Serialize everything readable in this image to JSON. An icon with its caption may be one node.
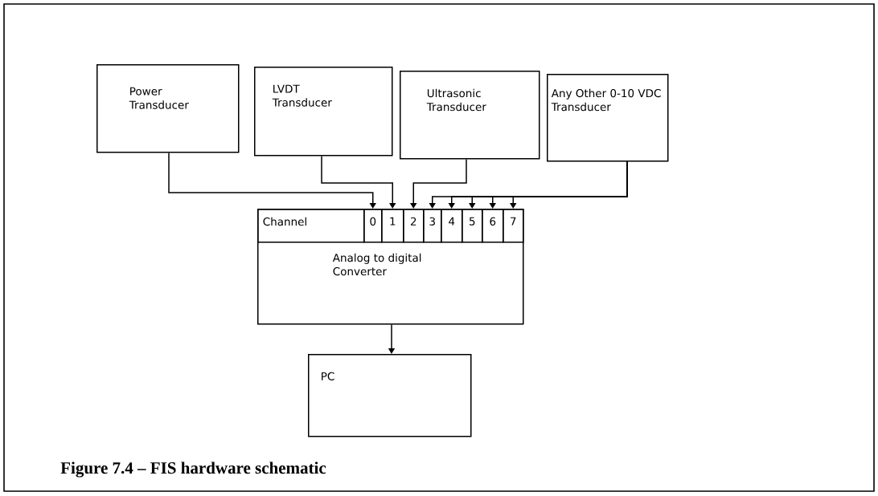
{
  "diagram": {
    "caption": "Figure 7.4 – FIS hardware schematic",
    "nodes": [
      {
        "text": [
          "Power Transducer"
        ]
      },
      {
        "text": [
          "LVDT Transducer"
        ]
      },
      {
        "text": [
          "Ultrasonic Transducer"
        ]
      },
      {
        "text": [
          "Any Other 0-10 VDC Transducer"
        ]
      },
      {
        "text": [
          "Analog to digital Converter"
        ]
      },
      {
        "text": [
          "Channel"
        ],
        "in": 4
      },
      {
        "text": [
          "0"
        ],
        "in": 4
      },
      {
        "text": [
          "1"
        ],
        "in": 4
      },
      {
        "text": [
          "2"
        ],
        "in": 4
      },
      {
        "text": [
          "3"
        ],
        "in": 4
      },
      {
        "text": [
          "4"
        ],
        "in": 4
      },
      {
        "text": [
          "5"
        ],
        "in": 4
      },
      {
        "text": [
          "6"
        ],
        "in": 4
      },
      {
        "text": [
          "7"
        ],
        "in": 4
      },
      {
        "text": [
          "PC"
        ]
      }
    ],
    "edges": [
      {
        "from": 0,
        "to": 6,
        "arrow": "to"
      },
      {
        "from": 1,
        "to": 7,
        "arrow": "to"
      },
      {
        "from": 2,
        "to": 8,
        "arrow": "to"
      },
      {
        "from": 3,
        "to": 9,
        "arrow": "to"
      },
      {
        "from": 3,
        "to": 10,
        "arrow": "to"
      },
      {
        "from": 3,
        "to": 11,
        "arrow": "to"
      },
      {
        "from": 3,
        "to": 12,
        "arrow": "to"
      },
      {
        "from": 3,
        "to": 13,
        "arrow": "to"
      },
      {
        "from": 4,
        "to": 14,
        "arrow": "to"
      }
    ]
  }
}
